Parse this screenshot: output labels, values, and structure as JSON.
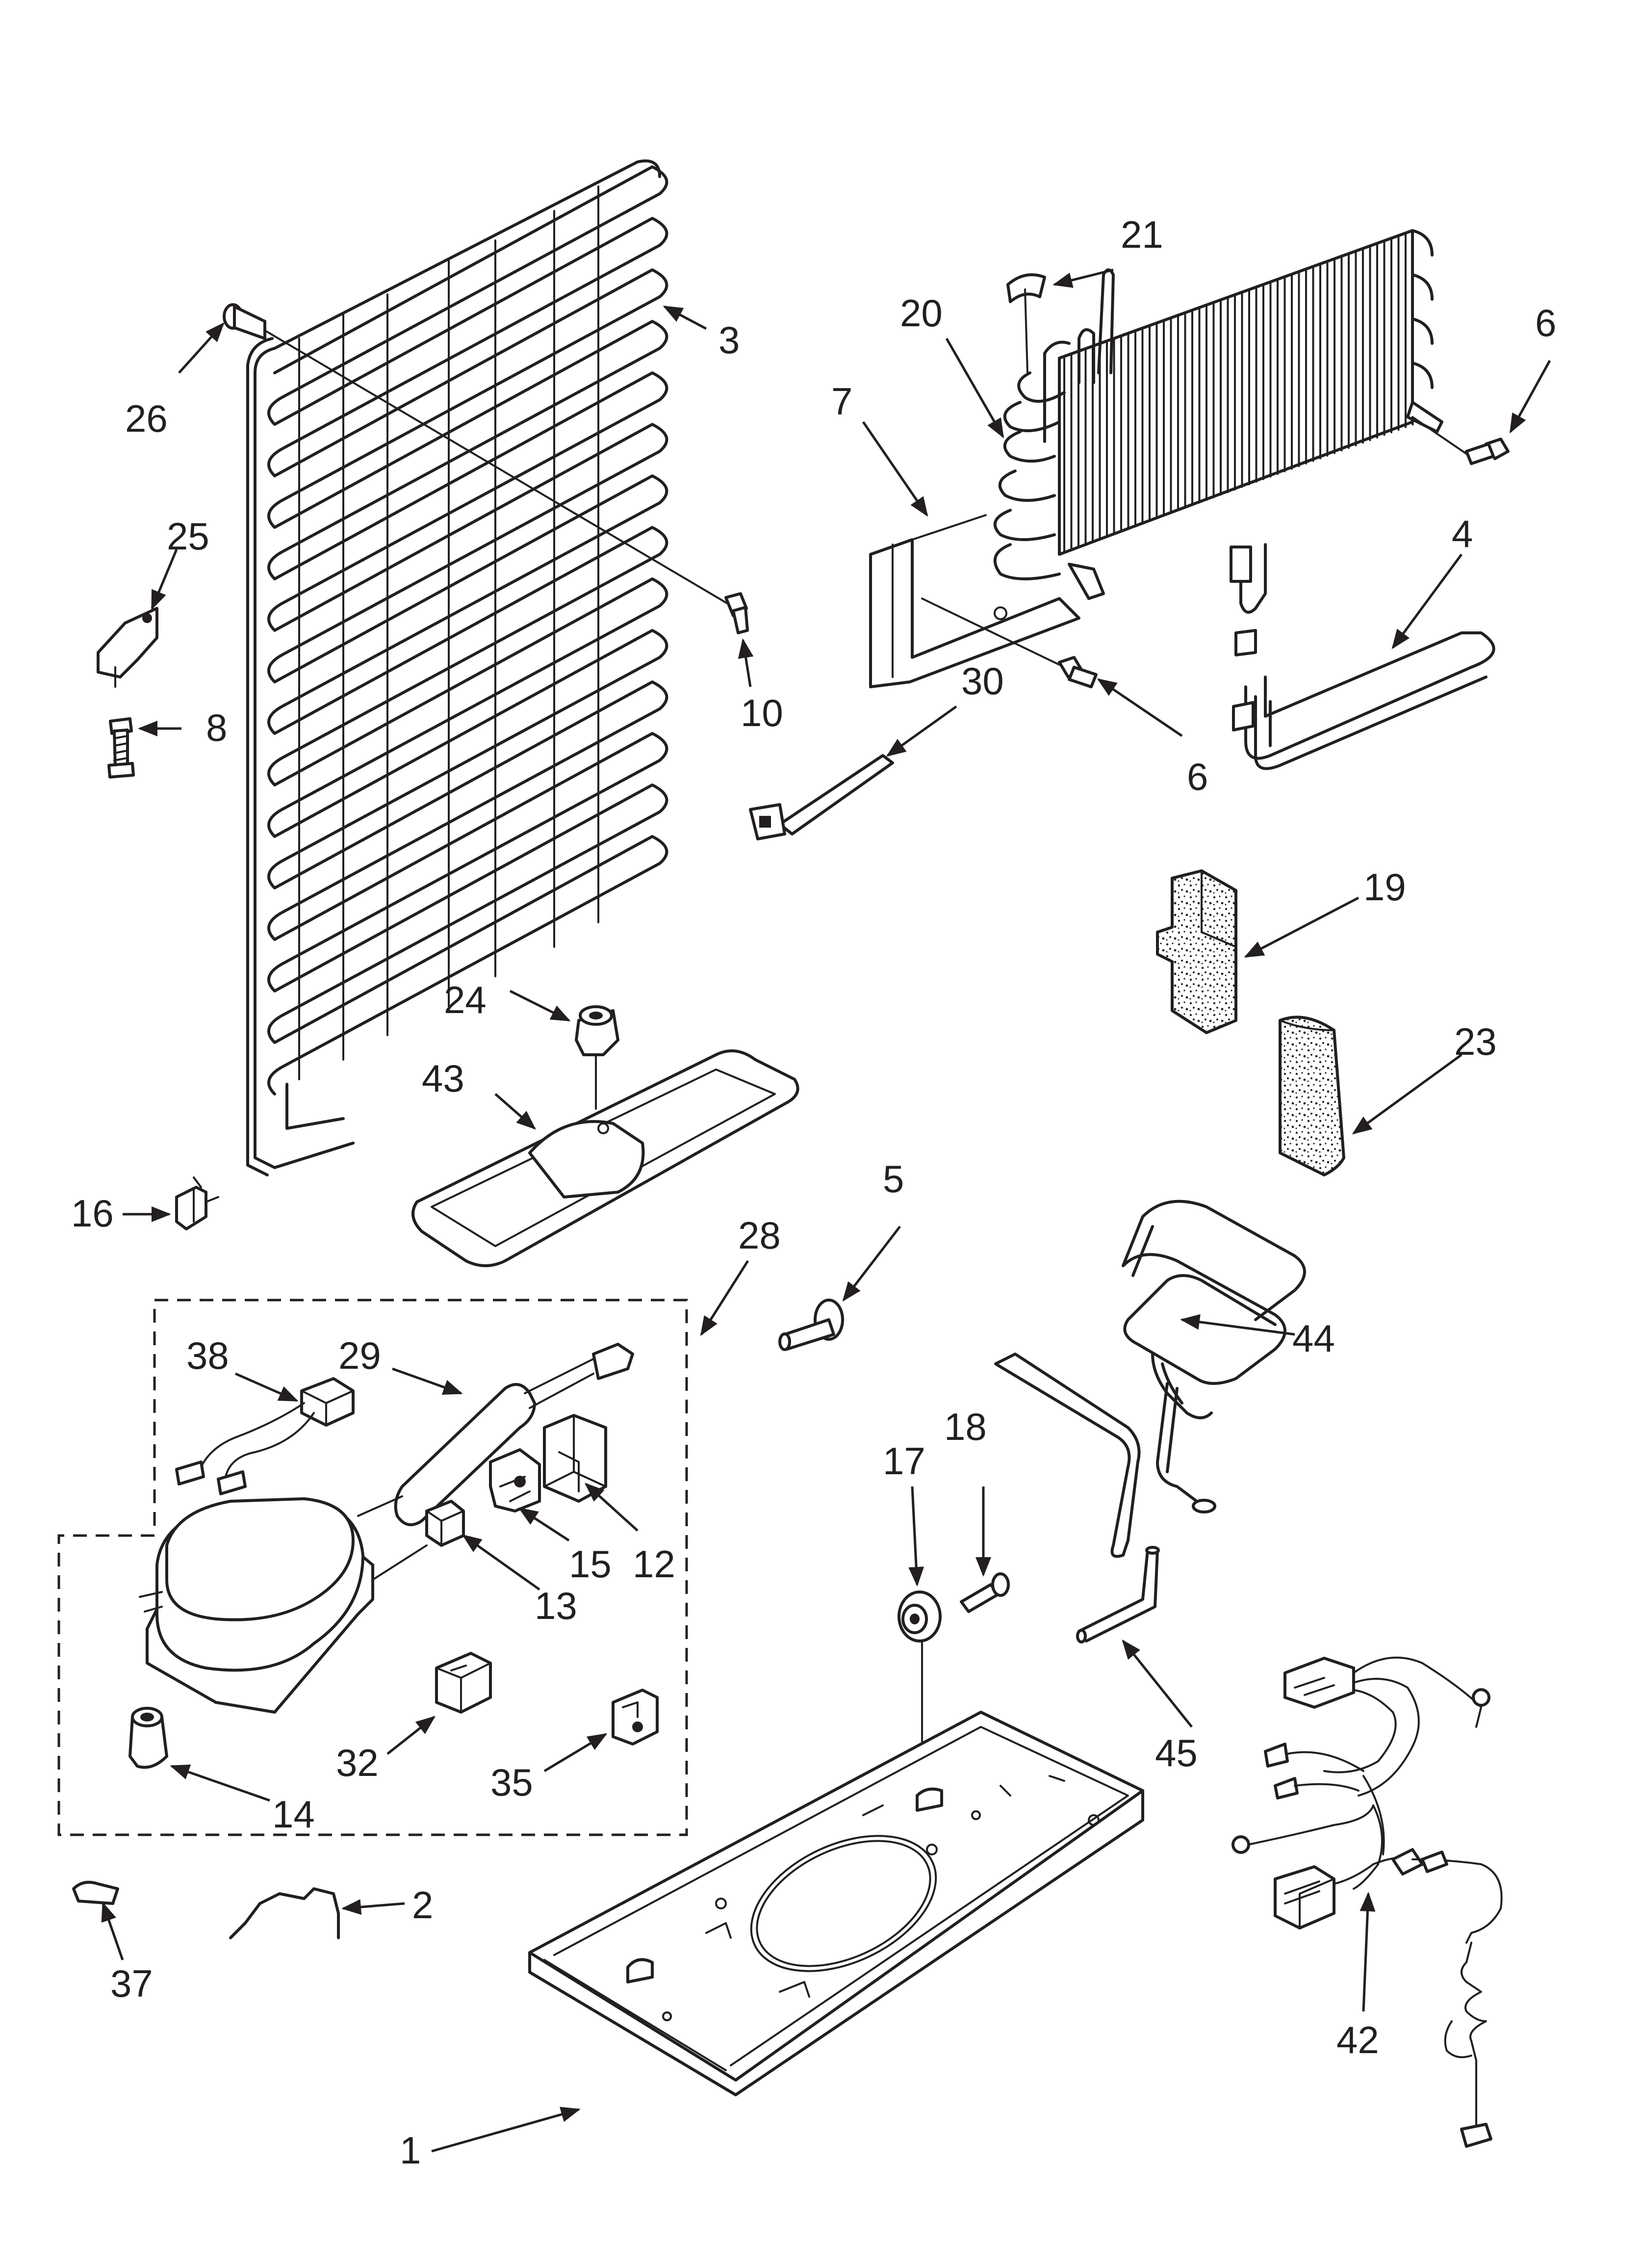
{
  "callouts": {
    "c1": "1",
    "c2": "2",
    "c3": "3",
    "c4": "4",
    "c5": "5",
    "c6a": "6",
    "c6b": "6",
    "c7": "7",
    "c8": "8",
    "c10": "10",
    "c12": "12",
    "c13": "13",
    "c14": "14",
    "c15": "15",
    "c16": "16",
    "c17": "17",
    "c18": "18",
    "c19": "19",
    "c20": "20",
    "c21": "21",
    "c23": "23",
    "c24": "24",
    "c25": "25",
    "c26": "26",
    "c28": "28",
    "c29": "29",
    "c30": "30",
    "c32": "32",
    "c35": "35",
    "c37": "37",
    "c38": "38",
    "c42": "42",
    "c43": "43",
    "c44": "44",
    "c45": "45"
  },
  "colors": {
    "line": "#231f20",
    "background": "#ffffff"
  }
}
